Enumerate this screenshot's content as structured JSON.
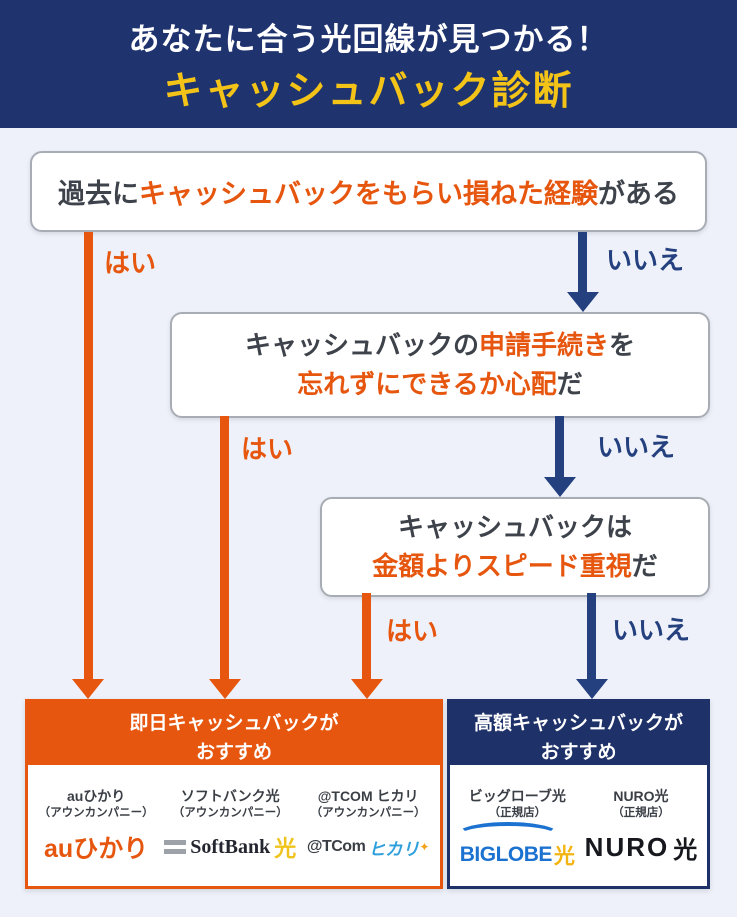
{
  "header": {
    "subtitle": "あなたに合う光回線が見つかる！",
    "title": "キャッシュバック診断"
  },
  "flow": {
    "yes_label": "はい",
    "no_label": "いいえ",
    "q1": {
      "pre": "過去に",
      "highlight": "キャッシュバックをもらい損ねた経験",
      "post": "がある"
    },
    "q2": {
      "l1_pre": "キャッシュバックの",
      "l1_hl": "申請手続き",
      "l1_post": "を",
      "l2_hl": "忘れずにできるか心配",
      "l2_post": "だ"
    },
    "q3": {
      "l1": "キャッシュバックは",
      "l2_hl": "金額よりスピード重視",
      "l2_post": "だ"
    }
  },
  "results": {
    "same_day": {
      "title_l1": "即日キャッシュバックが",
      "title_l2": "おすすめ",
      "providers": [
        {
          "name": "auひかり",
          "agency": "（アウンカンパニー）"
        },
        {
          "name": "ソフトバンク光",
          "agency": "（アウンカンパニー）"
        },
        {
          "name": "@TCOM ヒカリ",
          "agency": "（アウンカンパニー）"
        }
      ]
    },
    "high_value": {
      "title_l1": "高額キャッシュバックが",
      "title_l2": "おすすめ",
      "providers": [
        {
          "name": "ビッグローブ光",
          "agency": "（正規店）"
        },
        {
          "name": "NURO光",
          "agency": "（正規店）"
        }
      ]
    }
  },
  "logos": {
    "au": {
      "text": "auひかり"
    },
    "softbank": {
      "brand": "SoftBank",
      "hikari": "光"
    },
    "tcom": {
      "brand": "@TCom",
      "product": "ヒカリ",
      "sparkle": "✦"
    },
    "biglobe": {
      "brand": "BIGLOBE",
      "hikari": "光"
    },
    "nuro": {
      "brand": "NURO",
      "hikari": "光"
    }
  },
  "colors": {
    "orange": "#E6560E",
    "navy_header": "#1F336E",
    "navy_arrow": "#24407F",
    "navy_result": "#1E3169",
    "yellow": "#F3C318",
    "background": "#EEF1F9"
  }
}
